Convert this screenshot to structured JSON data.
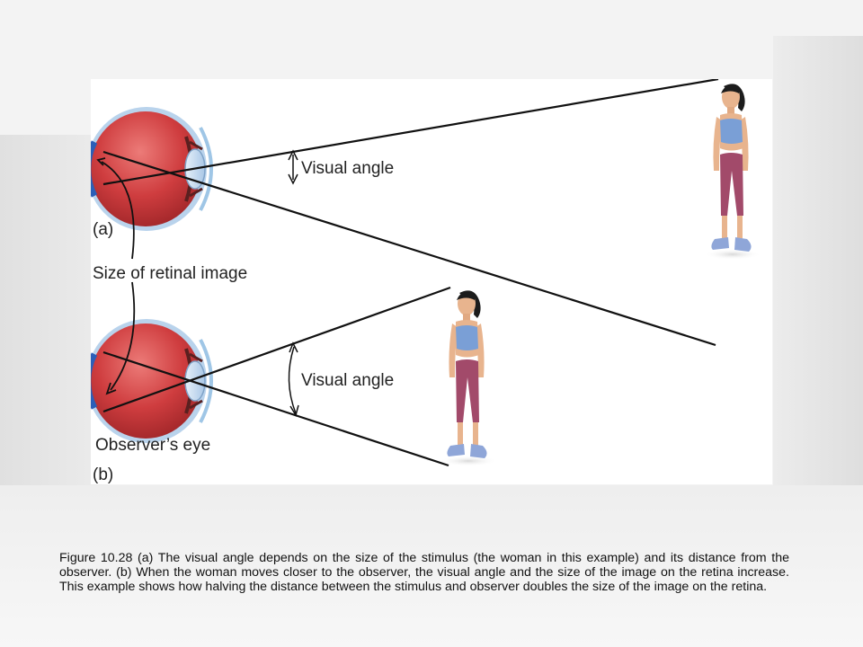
{
  "figure": {
    "panel_a_label": "(a)",
    "panel_b_label": "(b)",
    "visual_angle_a": "Visual angle",
    "visual_angle_b": "Visual angle",
    "retinal_image_label": "Size of retinal image",
    "observer_eye_label": "Observer’s eye"
  },
  "caption": "Figure 10.28 (a) The visual angle depends on the size of the stimulus (the woman in this example) and its distance from the observer. (b) When the woman moves closer to the observer, the visual angle and the size of the image on the retina increase.  This example shows how halving the distance between the stimulus and observer doubles the size of the image on the retina.",
  "colors": {
    "eye_red": "#c8373a",
    "eye_highlight": "#e86a68",
    "sclera_blue": "#9fc6e6",
    "retina_blue": "#2c5fb8",
    "top_blue": "#7a9fd6",
    "pants": "#a24a6a",
    "skin": "#e8b48e",
    "hair": "#1c1c1c",
    "shoes": "#8fa6d8"
  }
}
